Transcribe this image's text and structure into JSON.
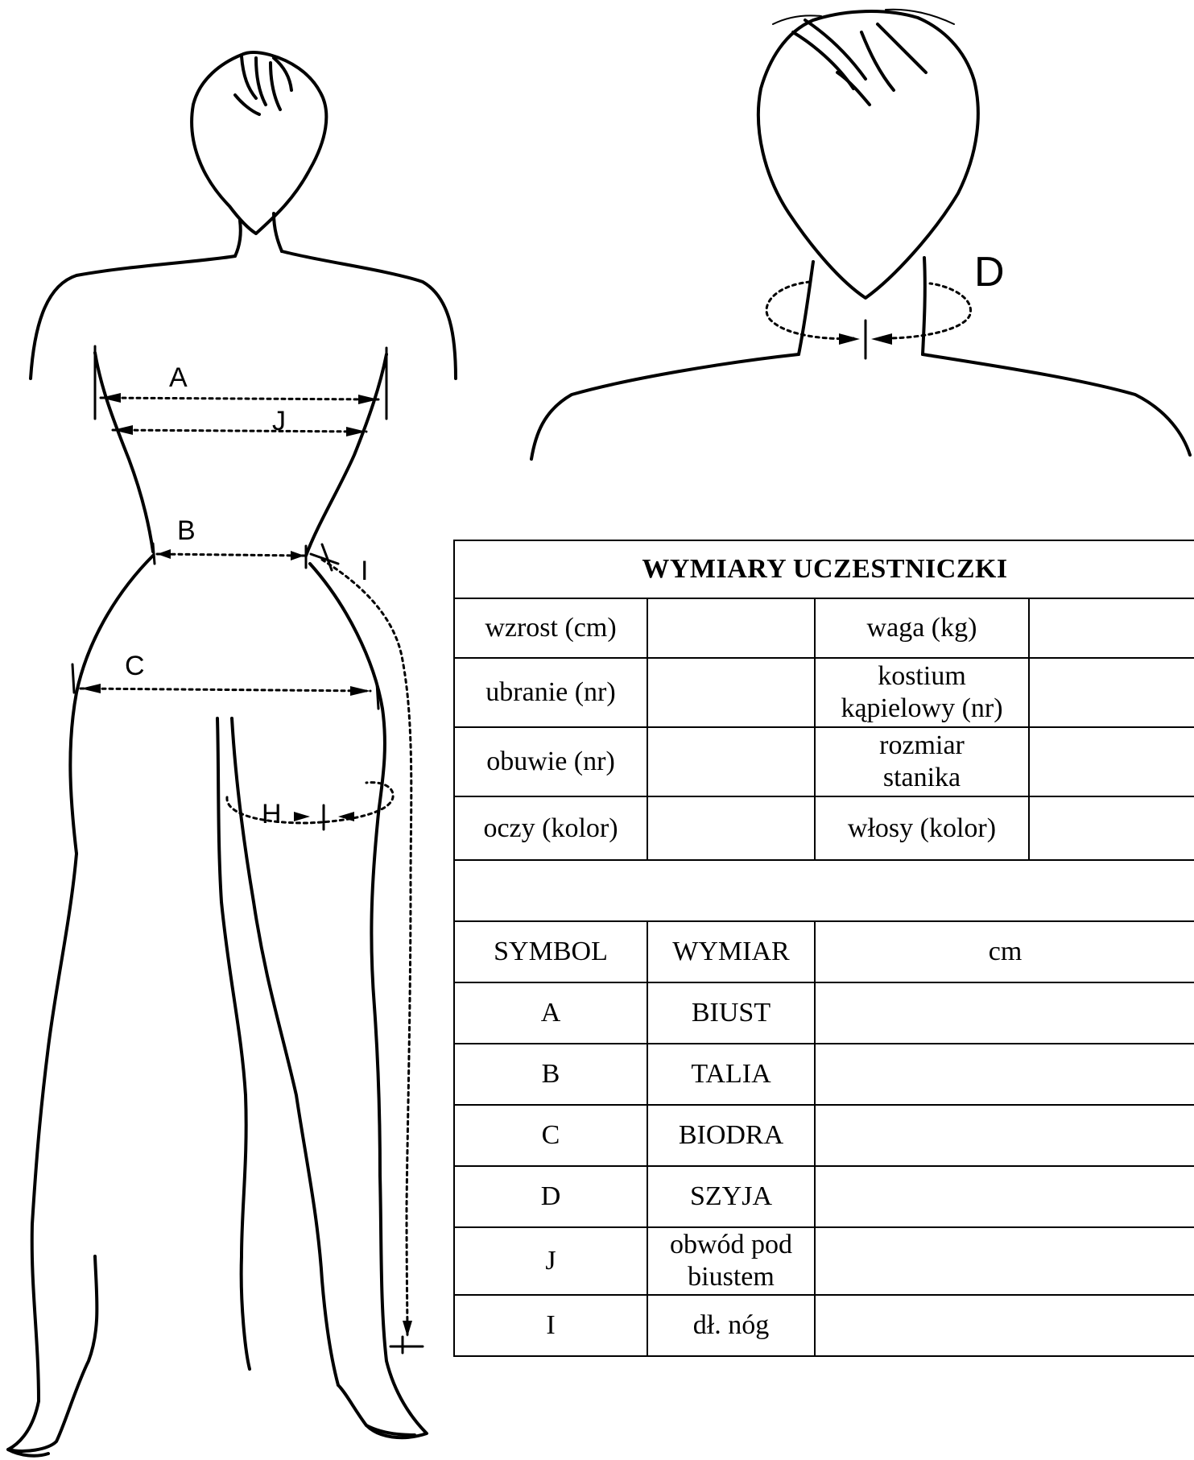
{
  "diagram": {
    "labels": {
      "A": "A",
      "J": "J",
      "B": "B",
      "I": "I",
      "C": "C",
      "H": "H",
      "D": "D"
    }
  },
  "form": {
    "title": "WYMIARY UCZESTNICZKI",
    "info_rows": [
      {
        "label_left": "wzrost (cm)",
        "value_left": "",
        "label_right": "waga (kg)",
        "value_right": ""
      },
      {
        "label_left": "ubranie (nr)",
        "value_left": "",
        "label_right": "kostium\nkąpielowy (nr)",
        "value_right": ""
      },
      {
        "label_left": "obuwie (nr)",
        "value_left": "",
        "label_right": "rozmiar\nstanika",
        "value_right": ""
      },
      {
        "label_left": "oczy (kolor)",
        "value_left": "",
        "label_right": "włosy (kolor)",
        "value_right": ""
      }
    ],
    "headers": {
      "symbol": "SYMBOL",
      "measure": "WYMIAR",
      "cm": "cm"
    },
    "measurements": [
      {
        "symbol": "A",
        "name": "BIUST",
        "value": ""
      },
      {
        "symbol": "B",
        "name": "TALIA",
        "value": ""
      },
      {
        "symbol": "C",
        "name": "BIODRA",
        "value": ""
      },
      {
        "symbol": "D",
        "name": "SZYJA",
        "value": ""
      },
      {
        "symbol": "J",
        "name": "obwód pod biustem",
        "value": ""
      },
      {
        "symbol": "I",
        "name": "dł. nóg",
        "value": ""
      }
    ]
  }
}
